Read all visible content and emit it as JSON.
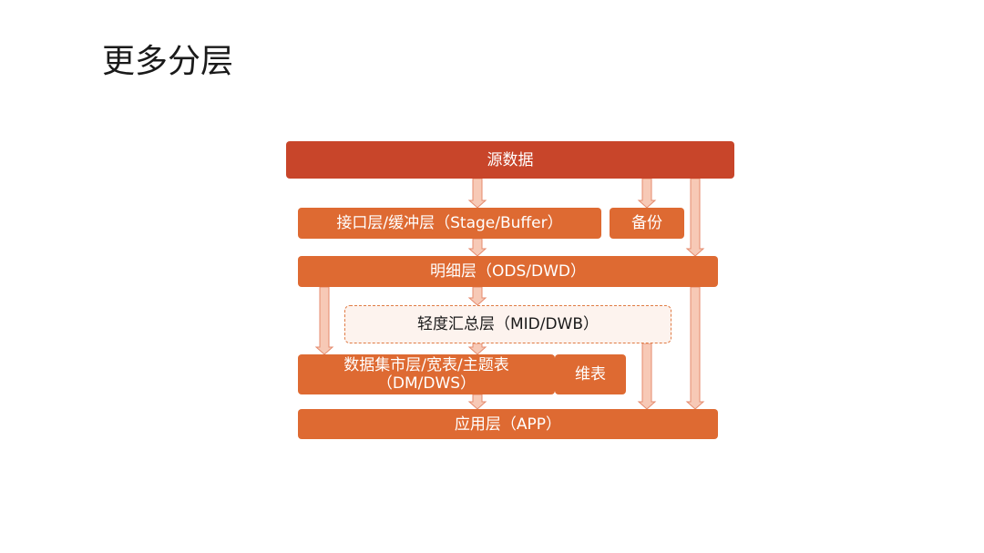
{
  "slide": {
    "title": "更多分层"
  },
  "diagram": {
    "source": "源数据",
    "stage": "接口层/缓冲层（Stage/Buffer）",
    "backup": "备份",
    "ods": "明细层（ODS/DWD）",
    "mid": "轻度汇总层（MID/DWB）",
    "dm_line1": "数据集市层/宽表/主题表",
    "dm_line2": "（DM/DWS）",
    "dimension": "维表",
    "app": "应用层（APP）"
  },
  "colors": {
    "source": "#c8452a",
    "layer": "#de6a32",
    "arrow_fill": "#f7c9b6",
    "arrow_stroke": "#e58a6c",
    "dashed_border": "#e07b44"
  }
}
